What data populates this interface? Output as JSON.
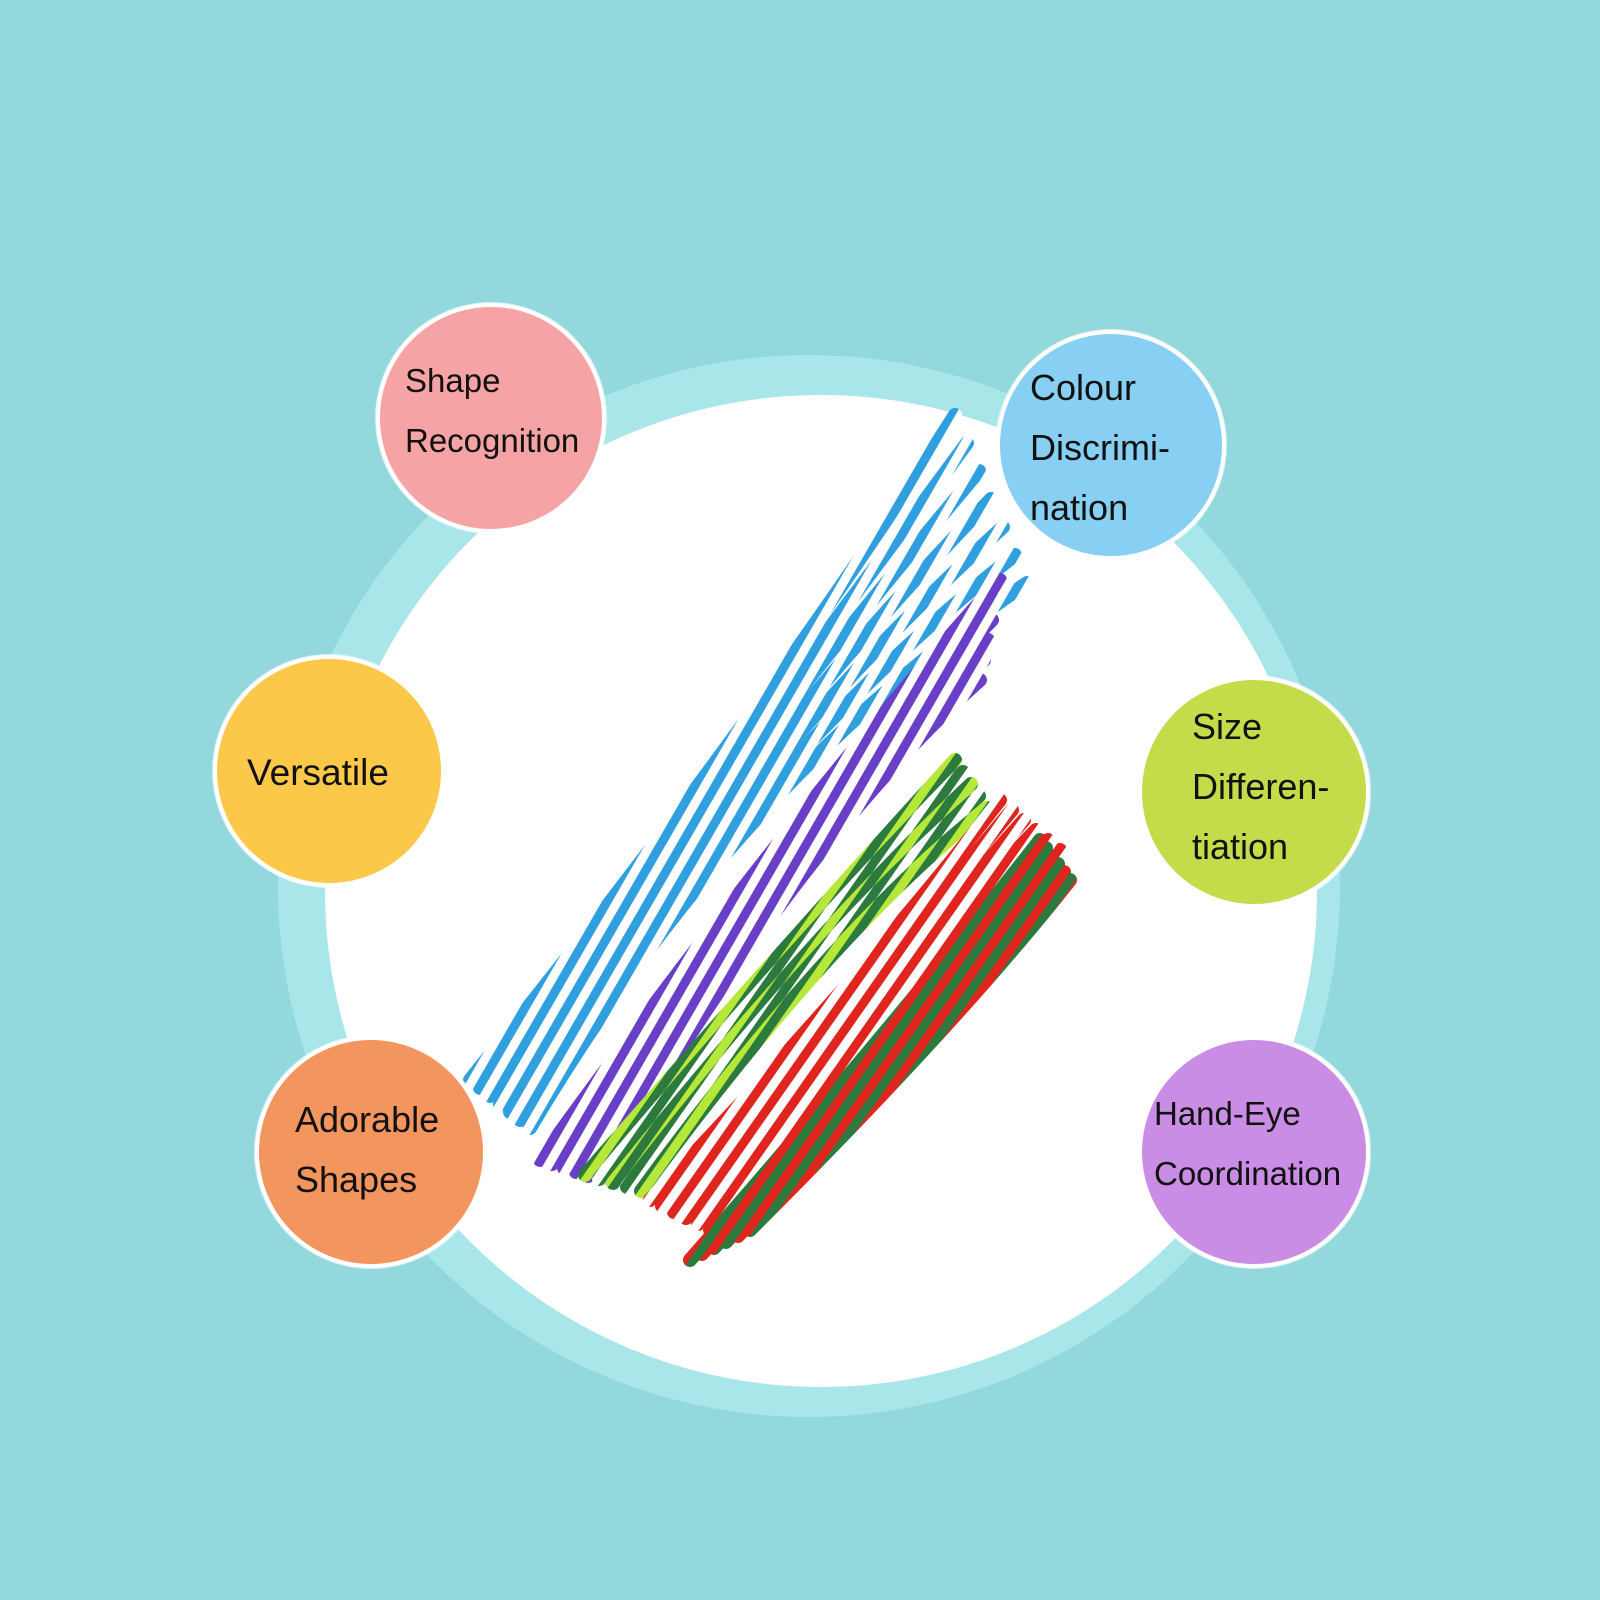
{
  "badges": {
    "shape": {
      "label": "Shape\nRecognition",
      "color": "#f6a3a6"
    },
    "colour": {
      "label": "Colour\nDiscrimi-\nnation",
      "color": "#88d0f3"
    },
    "versatile": {
      "label": "Versatile",
      "color": "#fbc84a"
    },
    "size": {
      "label": "Size\nDifferen-\ntiation",
      "color": "#c5dc4a"
    },
    "adorable": {
      "label": "Adorable\nShapes",
      "color": "#f3955e"
    },
    "hand": {
      "label": "Hand-Eye\nCoordination",
      "color": "#c98de6"
    }
  },
  "colors": {
    "background": "#93d8dc",
    "ring": "#a8e6ea",
    "plate": "#ffffff",
    "stem_blue": "#2f9fe0",
    "stem_purple": "#6a3fc8",
    "stem_lime": "#b6e83a",
    "stem_green": "#2c7a3d",
    "stem_red": "#e0251f",
    "stem_white": "#ffffff"
  }
}
